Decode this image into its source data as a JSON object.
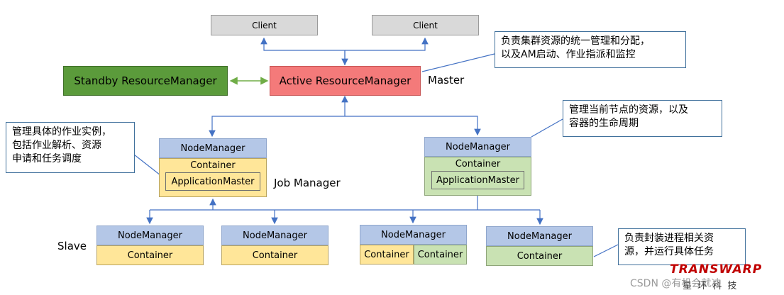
{
  "clients": [
    "Client",
    "Client"
  ],
  "standby": "Standby ResourceManager",
  "active": "Active ResourceManager",
  "labels": {
    "master": "Master",
    "job_manager": "Job Manager",
    "slave": "Slave"
  },
  "nodes": {
    "nodemanager": "NodeManager",
    "container": "Container",
    "appmaster": "ApplicationMaster"
  },
  "notes": {
    "rm": "负责集群资源的统一管理和分配，\n以及AM启动、作业指派和监控",
    "nm": "管理当前节点的资源，以及\n容器的生命周期",
    "am": "管理具体的作业实例，\n包括作业解析、资源\n申请和任务调度",
    "slave": "负责封装进程相关资\n源，并运行具体任务"
  },
  "watermark": {
    "brand": "TRANSWARP",
    "sub": "星 环 科 技",
    "csdn": "CSDN @有机会就冲"
  },
  "colors": {
    "arrow": "#4472c4",
    "standby_arrow": "#70ad47",
    "client": "#d9d9d9",
    "standby": "#5b9b3b",
    "active": "#f47a7a",
    "nodemanager": "#b4c7e7",
    "container_yellow": "#ffe699",
    "container_green": "#c9e2b3"
  }
}
